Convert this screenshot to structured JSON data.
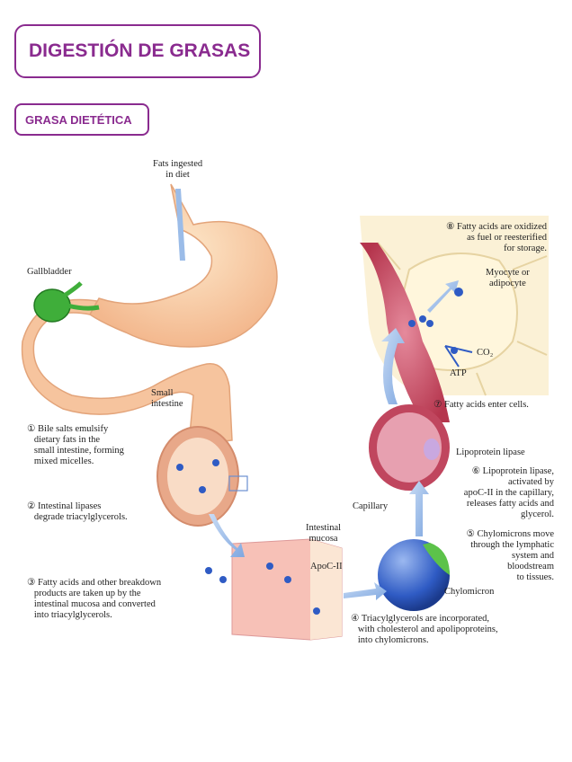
{
  "title": "DIGESTIÓN DE GRASAS",
  "subtitle": "GRASA DIETÉTICA",
  "labels": {
    "fats_ingested": "Fats ingested\nin diet",
    "gallbladder": "Gallbladder",
    "small_intestine": "Small\nintestine",
    "step1": "① Bile salts emulsify\n   dietary fats in the\n   small intestine, forming\n   mixed micelles.",
    "step2": "② Intestinal lipases\n   degrade triacylglycerols.",
    "step3": "③ Fatty acids and other breakdown\n   products are taken up by the\n   intestinal mucosa and converted\n   into triacylglycerols.",
    "intestinal_mucosa": "Intestinal\nmucosa",
    "apoc": "ApoC-II",
    "step4": "④ Triacylglycerols are incorporated,\n   with cholesterol and apolipoproteins,\n   into chylomicrons.",
    "chylomicron": "Chylomicron",
    "step5": "⑤ Chylomicrons move\nthrough the lymphatic\nsystem and\nbloodstream\nto tissues.",
    "capillary": "Capillary",
    "lipoprotein_lipase": "Lipoprotein lipase",
    "step6": "⑥ Lipoprotein lipase,\nactivated by\napoC-II in the capillary,\nreleases fatty acids and\nglycerol.",
    "step7": "⑦ Fatty acids enter cells.",
    "step8": "⑧ Fatty acids are oxidized\nas fuel or reesterified\nfor storage.",
    "myocyte": "Myocyte or\nadipocyte",
    "co2": "CO₂",
    "atp": "ATP"
  }
}
